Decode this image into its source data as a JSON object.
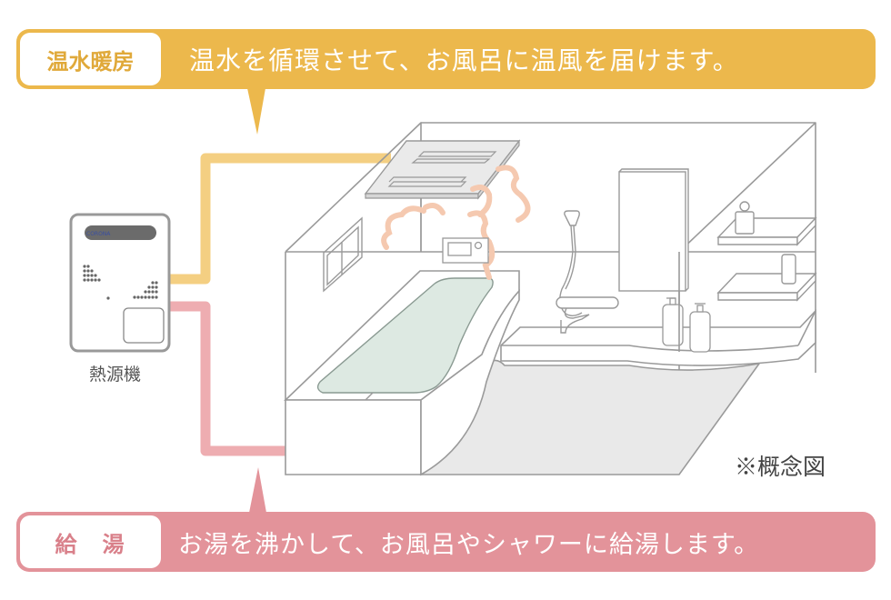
{
  "banners": {
    "heating": {
      "tag": "温水暖房",
      "message": "温水を循環させて、お風呂に温風を届けます。",
      "color": "#ecb84c"
    },
    "hot_water": {
      "tag": "給　湯",
      "message": "お湯を沸かして、お風呂やシャワーに給湯します。",
      "color": "#e3939a"
    }
  },
  "heat_source": {
    "label": "熱源機",
    "icon": "water-heater-icon"
  },
  "note": "※概念図",
  "illustration": {
    "elements": [
      "bathroom-heater-dryer",
      "bathtub",
      "shower",
      "mirror",
      "shelves",
      "bottles",
      "wall-remote",
      "window",
      "warm-air-steam"
    ],
    "pipe_colors": {
      "heating": "#f4cf82",
      "hot_water": "#eeadb1"
    },
    "bath_water_color": "#dde9e2",
    "floor_color": "#e9e9e9"
  }
}
